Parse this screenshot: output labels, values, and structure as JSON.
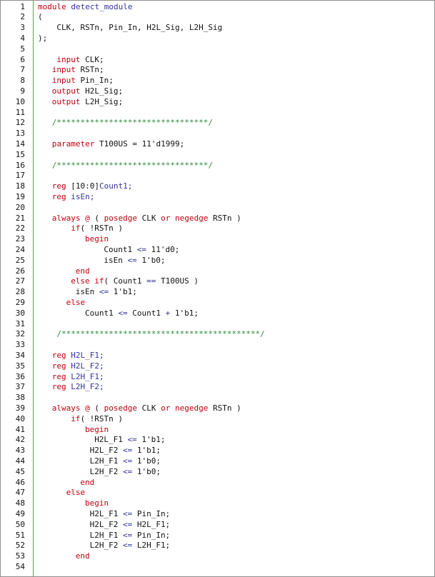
{
  "editor": {
    "colors": {
      "keyword": "#c0000f",
      "comment": "#2e8b3a",
      "operator": "#333399",
      "text": "#111111",
      "gutter_rule": "#3fb24f"
    },
    "lines": [
      {
        "n": "1",
        "indent": 0,
        "tokens": [
          {
            "t": "module ",
            "c": "kw"
          },
          {
            "t": "detect_module",
            "c": "op"
          }
        ]
      },
      {
        "n": "2",
        "indent": 0,
        "tokens": [
          {
            "t": "(",
            "c": "tx"
          }
        ]
      },
      {
        "n": "3",
        "indent": 4,
        "tokens": [
          {
            "t": "CLK, RSTn, Pin_In, H2L_Sig, L2H_Sig",
            "c": "tx"
          }
        ]
      },
      {
        "n": "4",
        "indent": 0,
        "tokens": [
          {
            "t": ");",
            "c": "tx"
          }
        ]
      },
      {
        "n": "5",
        "indent": 0,
        "tokens": []
      },
      {
        "n": "6",
        "indent": 4,
        "tokens": [
          {
            "t": "input ",
            "c": "kw"
          },
          {
            "t": "CLK;",
            "c": "tx"
          }
        ]
      },
      {
        "n": "7",
        "indent": 3,
        "tokens": [
          {
            "t": "input ",
            "c": "kw"
          },
          {
            "t": "RSTn;",
            "c": "tx"
          }
        ]
      },
      {
        "n": "8",
        "indent": 3,
        "tokens": [
          {
            "t": "input ",
            "c": "kw"
          },
          {
            "t": "Pin_In;",
            "c": "tx"
          }
        ]
      },
      {
        "n": "9",
        "indent": 3,
        "tokens": [
          {
            "t": "output ",
            "c": "kw"
          },
          {
            "t": "H2L_Sig;",
            "c": "tx"
          }
        ]
      },
      {
        "n": "10",
        "indent": 3,
        "tokens": [
          {
            "t": "output ",
            "c": "kw"
          },
          {
            "t": "L2H_Sig;",
            "c": "tx"
          }
        ]
      },
      {
        "n": "11",
        "indent": 0,
        "tokens": []
      },
      {
        "n": "12",
        "indent": 3,
        "tokens": [
          {
            "t": "/********************************/",
            "c": "cm"
          }
        ]
      },
      {
        "n": "13",
        "indent": 0,
        "tokens": []
      },
      {
        "n": "14",
        "indent": 3,
        "tokens": [
          {
            "t": "parameter ",
            "c": "kw"
          },
          {
            "t": "T100US = 11'd1999;",
            "c": "tx"
          }
        ]
      },
      {
        "n": "15",
        "indent": 0,
        "tokens": []
      },
      {
        "n": "16",
        "indent": 3,
        "tokens": [
          {
            "t": "/********************************/",
            "c": "cm"
          }
        ]
      },
      {
        "n": "17",
        "indent": 0,
        "tokens": []
      },
      {
        "n": "18",
        "indent": 3,
        "tokens": [
          {
            "t": "reg ",
            "c": "kw"
          },
          {
            "t": "[10:0]",
            "c": "tx"
          },
          {
            "t": "Count1;",
            "c": "op"
          }
        ]
      },
      {
        "n": "19",
        "indent": 3,
        "tokens": [
          {
            "t": "reg ",
            "c": "kw"
          },
          {
            "t": "isEn;",
            "c": "op"
          }
        ]
      },
      {
        "n": "20",
        "indent": 0,
        "tokens": []
      },
      {
        "n": "21",
        "indent": 3,
        "tokens": [
          {
            "t": "always @ ",
            "c": "kw"
          },
          {
            "t": "( ",
            "c": "tx"
          },
          {
            "t": "posedge ",
            "c": "kw"
          },
          {
            "t": "CLK ",
            "c": "tx"
          },
          {
            "t": "or ",
            "c": "kw"
          },
          {
            "t": "negedge ",
            "c": "kw"
          },
          {
            "t": "RSTn )",
            "c": "tx"
          }
        ]
      },
      {
        "n": "22",
        "indent": 7,
        "tokens": [
          {
            "t": "if",
            "c": "kw"
          },
          {
            "t": "( !RSTn )",
            "c": "tx"
          }
        ]
      },
      {
        "n": "23",
        "indent": 10,
        "tokens": [
          {
            "t": "begin",
            "c": "kw"
          }
        ]
      },
      {
        "n": "24",
        "indent": 14,
        "tokens": [
          {
            "t": "Count1 ",
            "c": "tx"
          },
          {
            "t": "<=",
            "c": "op"
          },
          {
            "t": " 11'd0;",
            "c": "tx"
          }
        ]
      },
      {
        "n": "25",
        "indent": 14,
        "tokens": [
          {
            "t": "isEn ",
            "c": "tx"
          },
          {
            "t": "<=",
            "c": "op"
          },
          {
            "t": " 1'b0;",
            "c": "tx"
          }
        ]
      },
      {
        "n": "26",
        "indent": 8,
        "tokens": [
          {
            "t": "end",
            "c": "kw"
          }
        ]
      },
      {
        "n": "27",
        "indent": 7,
        "tokens": [
          {
            "t": "else if",
            "c": "kw"
          },
          {
            "t": "( Count1 ",
            "c": "tx"
          },
          {
            "t": "==",
            "c": "op"
          },
          {
            "t": " T100US )",
            "c": "tx"
          }
        ]
      },
      {
        "n": "28",
        "indent": 8,
        "tokens": [
          {
            "t": "isEn ",
            "c": "tx"
          },
          {
            "t": "<=",
            "c": "op"
          },
          {
            "t": " 1'b1;",
            "c": "tx"
          }
        ]
      },
      {
        "n": "29",
        "indent": 6,
        "tokens": [
          {
            "t": "else",
            "c": "kw"
          }
        ]
      },
      {
        "n": "30",
        "indent": 10,
        "tokens": [
          {
            "t": "Count1 ",
            "c": "tx"
          },
          {
            "t": "<=",
            "c": "op"
          },
          {
            "t": " Count1 ",
            "c": "tx"
          },
          {
            "t": "+",
            "c": "op"
          },
          {
            "t": " 1'b1;",
            "c": "tx"
          }
        ]
      },
      {
        "n": "31",
        "indent": 0,
        "tokens": []
      },
      {
        "n": "32",
        "indent": 4,
        "tokens": [
          {
            "t": "/******************************************/",
            "c": "cm"
          }
        ]
      },
      {
        "n": "33",
        "indent": 0,
        "tokens": []
      },
      {
        "n": "34",
        "indent": 3,
        "tokens": [
          {
            "t": "reg ",
            "c": "kw"
          },
          {
            "t": "H2L_F1;",
            "c": "op"
          }
        ]
      },
      {
        "n": "35",
        "indent": 3,
        "tokens": [
          {
            "t": "reg ",
            "c": "kw"
          },
          {
            "t": "H2L_F2;",
            "c": "op"
          }
        ]
      },
      {
        "n": "36",
        "indent": 3,
        "tokens": [
          {
            "t": "reg ",
            "c": "kw"
          },
          {
            "t": "L2H_F1;",
            "c": "op"
          }
        ]
      },
      {
        "n": "37",
        "indent": 3,
        "tokens": [
          {
            "t": "reg ",
            "c": "kw"
          },
          {
            "t": "L2H_F2;",
            "c": "op"
          }
        ]
      },
      {
        "n": "38",
        "indent": 0,
        "tokens": []
      },
      {
        "n": "39",
        "indent": 3,
        "tokens": [
          {
            "t": "always @ ",
            "c": "kw"
          },
          {
            "t": "( ",
            "c": "tx"
          },
          {
            "t": "posedge ",
            "c": "kw"
          },
          {
            "t": "CLK ",
            "c": "tx"
          },
          {
            "t": "or ",
            "c": "kw"
          },
          {
            "t": "negedge ",
            "c": "kw"
          },
          {
            "t": "RSTn )",
            "c": "tx"
          }
        ]
      },
      {
        "n": "40",
        "indent": 7,
        "tokens": [
          {
            "t": "if",
            "c": "kw"
          },
          {
            "t": "( !RSTn )",
            "c": "tx"
          }
        ]
      },
      {
        "n": "41",
        "indent": 10,
        "tokens": [
          {
            "t": "begin",
            "c": "kw"
          }
        ]
      },
      {
        "n": "42",
        "indent": 12,
        "tokens": [
          {
            "t": "H2L_F1 ",
            "c": "tx"
          },
          {
            "t": "<=",
            "c": "op"
          },
          {
            "t": " 1'b1;",
            "c": "tx"
          }
        ]
      },
      {
        "n": "43",
        "indent": 11,
        "tokens": [
          {
            "t": "H2L_F2 ",
            "c": "tx"
          },
          {
            "t": "<=",
            "c": "op"
          },
          {
            "t": " 1'b1;",
            "c": "tx"
          }
        ]
      },
      {
        "n": "44",
        "indent": 11,
        "tokens": [
          {
            "t": "L2H_F1 ",
            "c": "tx"
          },
          {
            "t": "<=",
            "c": "op"
          },
          {
            "t": " 1'b0;",
            "c": "tx"
          }
        ]
      },
      {
        "n": "45",
        "indent": 11,
        "tokens": [
          {
            "t": "L2H_F2 ",
            "c": "tx"
          },
          {
            "t": "<=",
            "c": "op"
          },
          {
            "t": " 1'b0;",
            "c": "tx"
          }
        ]
      },
      {
        "n": "46",
        "indent": 9,
        "tokens": [
          {
            "t": "end",
            "c": "kw"
          }
        ]
      },
      {
        "n": "47",
        "indent": 6,
        "tokens": [
          {
            "t": "else",
            "c": "kw"
          }
        ]
      },
      {
        "n": "48",
        "indent": 10,
        "tokens": [
          {
            "t": "begin",
            "c": "kw"
          }
        ]
      },
      {
        "n": "49",
        "indent": 11,
        "tokens": [
          {
            "t": "H2L_F1 ",
            "c": "tx"
          },
          {
            "t": "<=",
            "c": "op"
          },
          {
            "t": " Pin_In;",
            "c": "tx"
          }
        ]
      },
      {
        "n": "50",
        "indent": 11,
        "tokens": [
          {
            "t": "H2L_F2 ",
            "c": "tx"
          },
          {
            "t": "<=",
            "c": "op"
          },
          {
            "t": " H2L_F1;",
            "c": "tx"
          }
        ]
      },
      {
        "n": "51",
        "indent": 11,
        "tokens": [
          {
            "t": "L2H_F1 ",
            "c": "tx"
          },
          {
            "t": "<=",
            "c": "op"
          },
          {
            "t": " Pin_In;",
            "c": "tx"
          }
        ]
      },
      {
        "n": "52",
        "indent": 11,
        "tokens": [
          {
            "t": "L2H_F2 ",
            "c": "tx"
          },
          {
            "t": "<=",
            "c": "op"
          },
          {
            "t": " L2H_F1;",
            "c": "tx"
          }
        ]
      },
      {
        "n": "53",
        "indent": 8,
        "tokens": [
          {
            "t": "end",
            "c": "kw"
          }
        ]
      },
      {
        "n": "54",
        "indent": 0,
        "tokens": []
      }
    ]
  }
}
